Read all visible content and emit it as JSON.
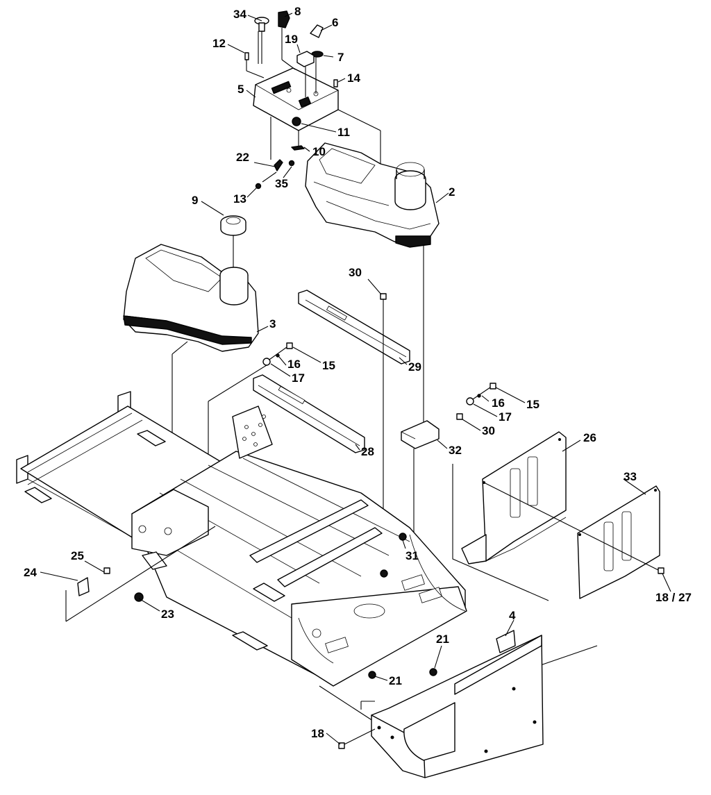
{
  "diagram": {
    "callouts": [
      {
        "id": "c34",
        "text": "34"
      },
      {
        "id": "c8",
        "text": "8"
      },
      {
        "id": "c6",
        "text": "6"
      },
      {
        "id": "c12",
        "text": "12"
      },
      {
        "id": "c19",
        "text": "19"
      },
      {
        "id": "c7",
        "text": "7"
      },
      {
        "id": "c14",
        "text": "14"
      },
      {
        "id": "c5",
        "text": "5"
      },
      {
        "id": "c11",
        "text": "11"
      },
      {
        "id": "c10",
        "text": "10"
      },
      {
        "id": "c22",
        "text": "22"
      },
      {
        "id": "c35",
        "text": "35"
      },
      {
        "id": "c2",
        "text": "2"
      },
      {
        "id": "c13",
        "text": "13"
      },
      {
        "id": "c9",
        "text": "9"
      },
      {
        "id": "c30a",
        "text": "30"
      },
      {
        "id": "c3",
        "text": "3"
      },
      {
        "id": "c16a",
        "text": "16"
      },
      {
        "id": "c15a",
        "text": "15"
      },
      {
        "id": "c17a",
        "text": "17"
      },
      {
        "id": "c29",
        "text": "29"
      },
      {
        "id": "c16b",
        "text": "16"
      },
      {
        "id": "c15b",
        "text": "15"
      },
      {
        "id": "c17b",
        "text": "17"
      },
      {
        "id": "c30b",
        "text": "30"
      },
      {
        "id": "c26",
        "text": "26"
      },
      {
        "id": "c28",
        "text": "28"
      },
      {
        "id": "c32",
        "text": "32"
      },
      {
        "id": "c33",
        "text": "33"
      },
      {
        "id": "c25",
        "text": "25"
      },
      {
        "id": "c24",
        "text": "24"
      },
      {
        "id": "c31",
        "text": "31"
      },
      {
        "id": "c23",
        "text": "23"
      },
      {
        "id": "c1827",
        "text": "18 / 27"
      },
      {
        "id": "c4",
        "text": "4"
      },
      {
        "id": "c21a",
        "text": "21"
      },
      {
        "id": "c21b",
        "text": "21"
      },
      {
        "id": "c18",
        "text": "18"
      }
    ]
  }
}
